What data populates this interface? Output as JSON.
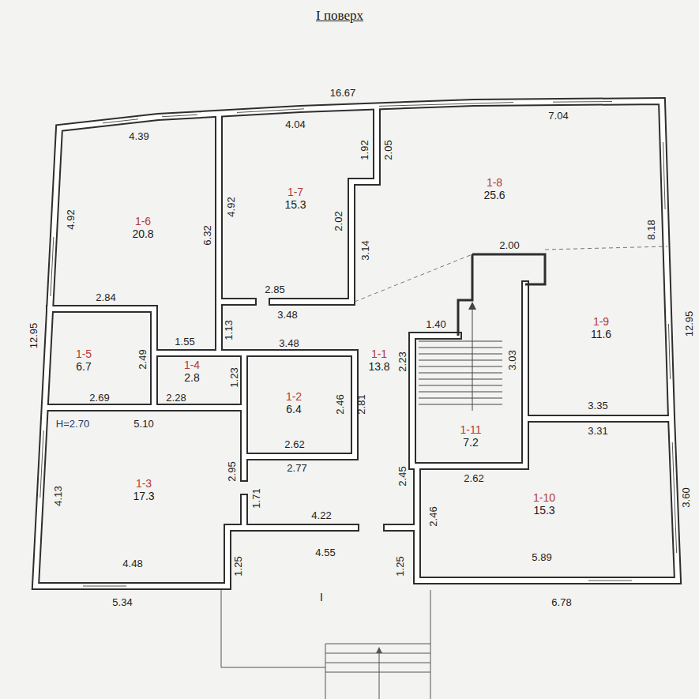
{
  "diagram": {
    "title": "I поверх",
    "nodes": [
      {
        "text": [
          "1-6",
          "20.8"
        ]
      },
      {
        "text": [
          "1-7",
          "15.3"
        ]
      },
      {
        "text": [
          "1-8",
          "25.6"
        ]
      },
      {
        "text": [
          "1-5",
          "6.7"
        ]
      },
      {
        "text": [
          "1-4",
          "2.8"
        ]
      },
      {
        "text": [
          "1-2",
          "6.4"
        ]
      },
      {
        "text": [
          "1-1",
          "13.8"
        ]
      },
      {
        "text": [
          "1-9",
          "11.6"
        ]
      },
      {
        "text": [
          "1-11",
          "7.2"
        ]
      },
      {
        "text": [
          "1-3",
          "17.3"
        ]
      },
      {
        "text": [
          "1-10",
          "15.3"
        ]
      },
      {
        "text": [
          "I"
        ]
      }
    ],
    "labels": [
      "16.67",
      "4.39",
      "4.04",
      "7.04",
      "1.92",
      "2.05",
      "4.92",
      "6.32",
      "4.92",
      "2.02",
      "8.18",
      "3.14",
      "2.00",
      "2.84",
      "2.85",
      "3.48",
      "12.95",
      "12.95",
      "1.40",
      "1.13",
      "1.55",
      "3.48",
      "2.49",
      "3.03",
      "2.23",
      "1.23",
      "2.46",
      "2.81",
      "2.69",
      "2.28",
      "3.35",
      "H=2.70",
      "5.10",
      "3.31",
      "2.62",
      "2.77",
      "2.95",
      "2.45",
      "2.62",
      "4.13",
      "1.71",
      "3.60",
      "4.22",
      "2.46",
      "4.55",
      "5.89",
      "4.48",
      "1.25",
      "1.25",
      "5.34",
      "6.78"
    ]
  }
}
